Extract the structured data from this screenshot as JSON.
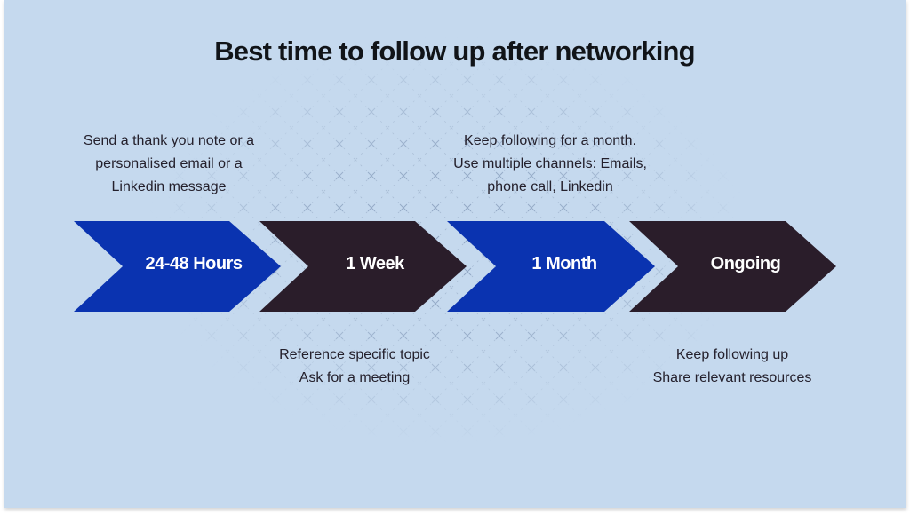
{
  "title": "Best time to follow up after networking",
  "colors": {
    "background": "#c5d9ee",
    "blue_chevron": "#0a33b0",
    "dark_chevron": "#2a1d2a",
    "title_text": "#111418",
    "body_text": "#24202c",
    "label_text": "#ffffff"
  },
  "steps": [
    {
      "label": "24-48 Hours",
      "color": "blue",
      "note_position": "above",
      "note_lines": [
        "Send a thank you note or a",
        "personalised email or a",
        "Linkedin message"
      ]
    },
    {
      "label": "1 Week",
      "color": "dark",
      "note_position": "below",
      "note_lines": [
        "Reference specific topic",
        "Ask for a meeting"
      ]
    },
    {
      "label": "1 Month",
      "color": "blue",
      "note_position": "above",
      "note_lines": [
        "Keep following for a month.",
        "Use multiple channels: Emails,",
        "phone call, Linkedin"
      ]
    },
    {
      "label": "Ongoing",
      "color": "dark",
      "note_position": "below",
      "note_lines": [
        "Keep following up",
        "Share relevant resources"
      ]
    }
  ]
}
